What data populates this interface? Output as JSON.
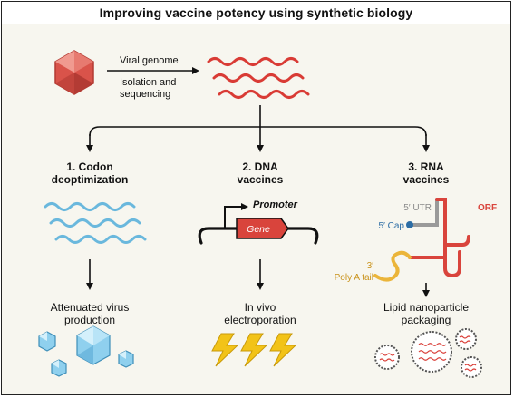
{
  "title": "Improving vaccine potency using synthetic biology",
  "top": {
    "arrow_label_1": "Viral genome",
    "arrow_label_2": "Isolation and",
    "arrow_label_3": "sequencing"
  },
  "branches": [
    {
      "heading_line1": "1. Codon",
      "heading_line2": "deoptimization",
      "result_line1": "Attenuated virus",
      "result_line2": "production"
    },
    {
      "heading_line1": "2. DNA",
      "heading_line2": "vaccines",
      "result_line1": "In vivo",
      "result_line2": "electroporation"
    },
    {
      "heading_line1": "3. RNA",
      "heading_line2": "vaccines",
      "result_line1": "Lipid nanoparticle",
      "result_line2": "packaging"
    }
  ],
  "dna": {
    "promoter": "Promoter",
    "gene": "Gene"
  },
  "rna": {
    "utr5": "5′ UTR",
    "cap5": "5′ Cap",
    "orf": "ORF",
    "tail_line1": "3′",
    "tail_line2": "Poly A tail"
  },
  "colors": {
    "virus": "#d9534a",
    "wave_red": "#d93b35",
    "wave_blue": "#6ab8dd",
    "hex_blue": "#8fd0ee",
    "bolt": "#f2c318",
    "gene": "#d9443c",
    "utr_gray": "#9a9a9a",
    "cap_blue": "#2c6da5",
    "orf_red": "#d9443c",
    "tail_yellow": "#ebb53a",
    "tail_text": "#c9921a",
    "utr_text": "#8a8a8a",
    "cap_text": "#2c6da5",
    "orf_text": "#d9443c"
  },
  "icons": [
    "virus-icon",
    "bolt-icon",
    "lipid-nanoparticle-icon",
    "hexagon-virus-icon"
  ]
}
